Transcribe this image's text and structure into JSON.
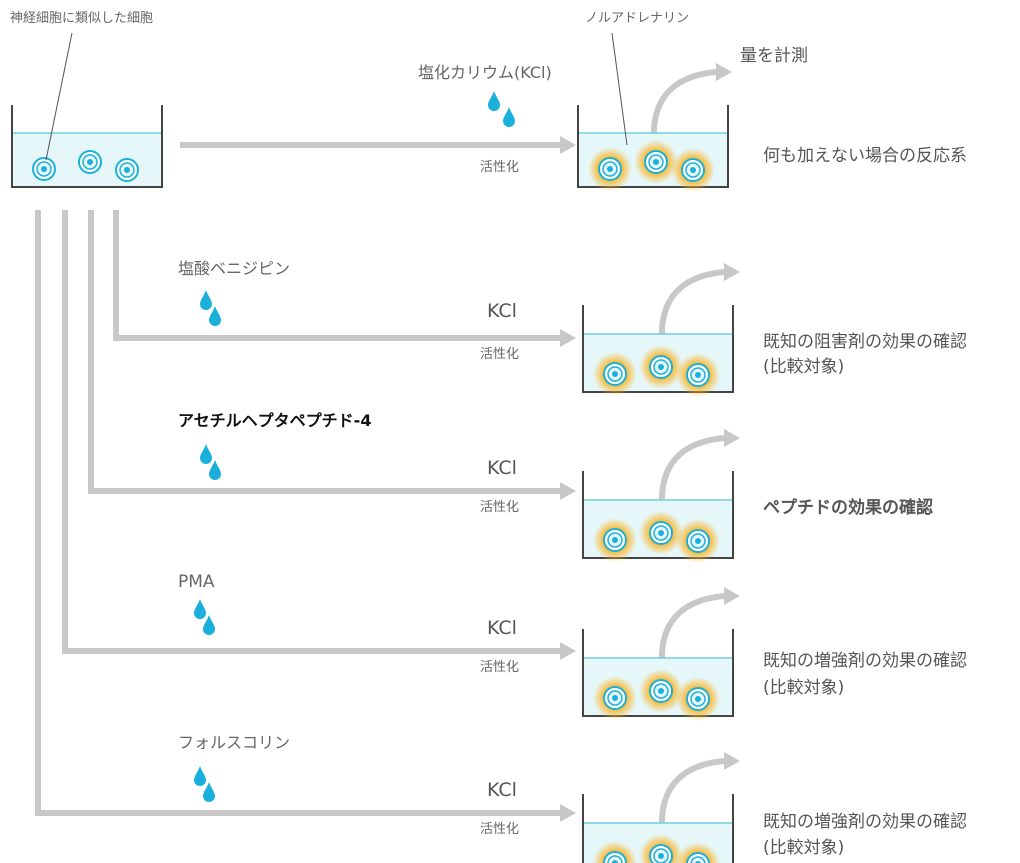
{
  "labels": {
    "source_cells": "神経細胞に類似した細胞",
    "noradrenaline": "ノルアドレナリン",
    "measure": "量を計測",
    "kcl_full": "塩化カリウム(KCl)",
    "activation": "活性化",
    "kcl": "KCl"
  },
  "rows": [
    {
      "reagent": "",
      "result": [
        "何も加えない場合の反応系"
      ],
      "result_style": "normal"
    },
    {
      "reagent": "塩酸ベニジピン",
      "reagent_style": "normal",
      "result": [
        "既知の阻害剤の効果の確認",
        "(比較対象)"
      ],
      "result_style": "normal"
    },
    {
      "reagent": "アセチルヘプタペプチド-4",
      "reagent_style": "bold",
      "result": [
        "ペプチドの効果の確認"
      ],
      "result_style": "bold"
    },
    {
      "reagent": "PMA",
      "reagent_style": "normal",
      "result": [
        "既知の増強剤の効果の確認",
        "(比較対象)"
      ],
      "result_style": "normal"
    },
    {
      "reagent": "フォルスコリン",
      "reagent_style": "normal",
      "result": [
        "既知の増強剤の効果の確認",
        "(比較対象)"
      ],
      "result_style": "normal"
    }
  ],
  "colors": {
    "line": "#c8c8c8",
    "beaker": "#444444",
    "liquid": "#e6f7fa",
    "liquid_line": "#6dd0e0",
    "cell": "#1bb0dc",
    "drop": "#1bb0dc",
    "glow": "#f7b21e"
  }
}
